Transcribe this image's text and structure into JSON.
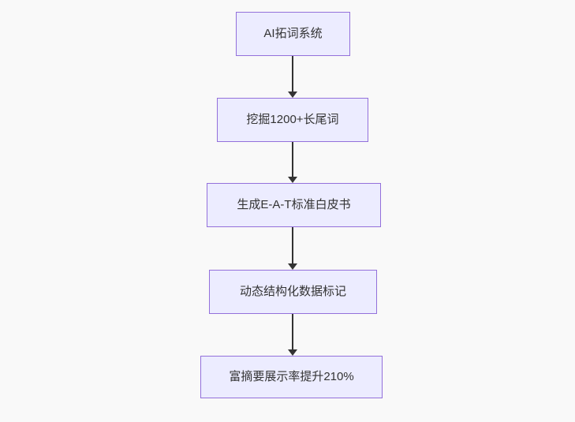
{
  "diagram": {
    "type": "flowchart",
    "direction": "top-down",
    "nodes": [
      {
        "id": "A",
        "label": "AI拓词系统"
      },
      {
        "id": "B",
        "label": "挖掘1200+长尾词"
      },
      {
        "id": "C",
        "label": "生成E-A-T标准白皮书"
      },
      {
        "id": "D",
        "label": "动态结构化数据标记"
      },
      {
        "id": "E",
        "label": "富摘要展示率提升210%"
      }
    ],
    "edges": [
      {
        "from": "A",
        "to": "B"
      },
      {
        "from": "B",
        "to": "C"
      },
      {
        "from": "C",
        "to": "D"
      },
      {
        "from": "D",
        "to": "E"
      }
    ],
    "colors": {
      "node_fill": "#ECECFF",
      "node_border": "#9370DB",
      "node_text": "#333333",
      "arrow": "#333333",
      "background": "#f9f9f9"
    }
  }
}
